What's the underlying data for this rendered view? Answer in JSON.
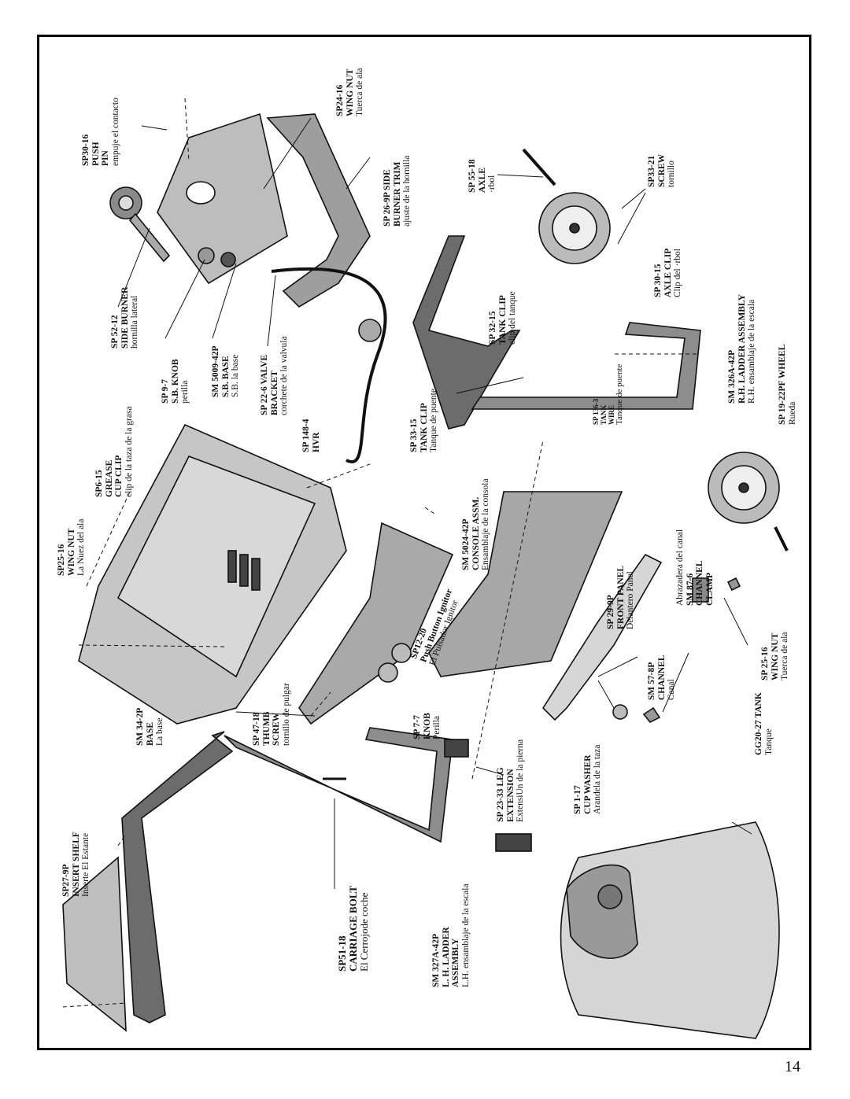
{
  "page_number": "14",
  "labels": [
    {
      "id": "sp30-16",
      "lines": [
        "SP30-16",
        "PUSH",
        "PIN"
      ],
      "es": "empuje el contacto"
    },
    {
      "id": "sp24-16",
      "lines": [
        "SP24-16",
        "WING NUT"
      ],
      "es": "Tuerca de ala"
    },
    {
      "id": "sp26-9p",
      "lines": [
        "SP 26-9P SIDE",
        "BURNER TRIM"
      ],
      "es": "ajuste de la hornilla"
    },
    {
      "id": "sp55-18",
      "lines": [
        "SP 55-18",
        "AXLE"
      ],
      "es": "·rbol"
    },
    {
      "id": "sp33-21",
      "lines": [
        "SP33-21",
        "SCREW"
      ],
      "es": "tornillo"
    },
    {
      "id": "sp52-12",
      "lines": [
        "SP 52-12",
        "SIDE BURNER"
      ],
      "es": "hornilla lateral"
    },
    {
      "id": "sp9-7",
      "lines": [
        "SP 9-7",
        "S.B. KNOB"
      ],
      "es": "perilla"
    },
    {
      "id": "sm5009",
      "lines": [
        "SM 5009-42P",
        "S.B. BASE"
      ],
      "es": "S.B. la base"
    },
    {
      "id": "sp22-6",
      "lines": [
        "SP 22-6 VALVE",
        "BRACKET"
      ],
      "es": "corchete de la valvula"
    },
    {
      "id": "sp32-15",
      "lines": [
        "SP 32-15",
        "TANK CLIP"
      ],
      "es": "clip del tanque"
    },
    {
      "id": "sp30-15",
      "lines": [
        "SP 30-15",
        "AXLE CLIP"
      ],
      "es": "Clip del ·rbol"
    },
    {
      "id": "sm326a",
      "lines": [
        "SM 326A-42P",
        "R.H. LADDER ASSEMBLY"
      ],
      "es": "R.H. ensamblaje de la escala"
    },
    {
      "id": "sp19-22pf",
      "lines": [
        "SP 19-22PF  WHEEL"
      ],
      "es": "Rueda"
    },
    {
      "id": "sp6-15",
      "lines": [
        "SP6-15",
        "GREASE",
        "CUP CLIP"
      ],
      "es": "clip de la taza de la grasa"
    },
    {
      "id": "sp148-4",
      "lines": [
        "SP 148-4",
        "HVR"
      ],
      "es": ""
    },
    {
      "id": "sp33-15",
      "lines": [
        "SP 33-15",
        "TANK CLIP"
      ],
      "es": "Tanque de puente"
    },
    {
      "id": "sp136-3",
      "lines": [
        "SP 136-3",
        "TANK",
        "WIRE"
      ],
      "es": "Tanque de puente"
    },
    {
      "id": "sp25-16a",
      "lines": [
        "SP25-16",
        "WING NUT"
      ],
      "es": "La Nuez del ala"
    },
    {
      "id": "sm5024",
      "lines": [
        "SM 5024-42P",
        "CONSOLE ASSM."
      ],
      "es": "Ensamblaje de la consola"
    },
    {
      "id": "sp12-20",
      "lines": [
        "SP12-20",
        "Push Button Ignitor"
      ],
      "es": "El Pulsador Ignitor"
    },
    {
      "id": "sp29-9p",
      "lines": [
        "SP 29-9P",
        "FRONT PANEL"
      ],
      "es": "Delantero Panel"
    },
    {
      "id": "sm87-6",
      "lines": [
        "SM 87-6",
        "CHANNEL",
        "CLAMP"
      ],
      "es": "Abrazadera del canal"
    },
    {
      "id": "sm34-2p",
      "lines": [
        "SM 34-2P",
        "BASE"
      ],
      "es": "La base"
    },
    {
      "id": "sp47-18",
      "lines": [
        "SP 47-18",
        "THUMB",
        "SCREW"
      ],
      "es": "tornillo de pulgar"
    },
    {
      "id": "sp7-7",
      "lines": [
        "SP 7-7",
        "KNOB"
      ],
      "es": "Perilla"
    },
    {
      "id": "sm57-8p",
      "lines": [
        "SM 57-8P",
        "CHANNEL"
      ],
      "es": "Canal"
    },
    {
      "id": "sp25-16b",
      "lines": [
        "SP 25-16",
        "WING NUT"
      ],
      "es": "Tuerca de ala"
    },
    {
      "id": "sp27-9p",
      "lines": [
        "SP27-9P",
        "INSERT SHELF"
      ],
      "es": "Inserte El Estante"
    },
    {
      "id": "sp23-33",
      "lines": [
        "SP 23-33  LEG",
        "EXTENSION"
      ],
      "es": "ExtensiUn de la pierna"
    },
    {
      "id": "sp1-17",
      "lines": [
        "SP 1-17",
        "CUP WASHER"
      ],
      "es": "Arandela de la taza"
    },
    {
      "id": "gg20-27",
      "lines": [
        "GG20-27 TANK"
      ],
      "es": "Tanque"
    },
    {
      "id": "sp51-18",
      "lines": [
        "SP51-18",
        "CARRIAGE BOLT"
      ],
      "es": "El Cerrojode coche"
    },
    {
      "id": "sm327a",
      "lines": [
        "SM 327A-42P",
        "L. H. LADDER",
        "ASSEMBLY"
      ],
      "es": "L.H. ensamblaje de la escala"
    }
  ]
}
